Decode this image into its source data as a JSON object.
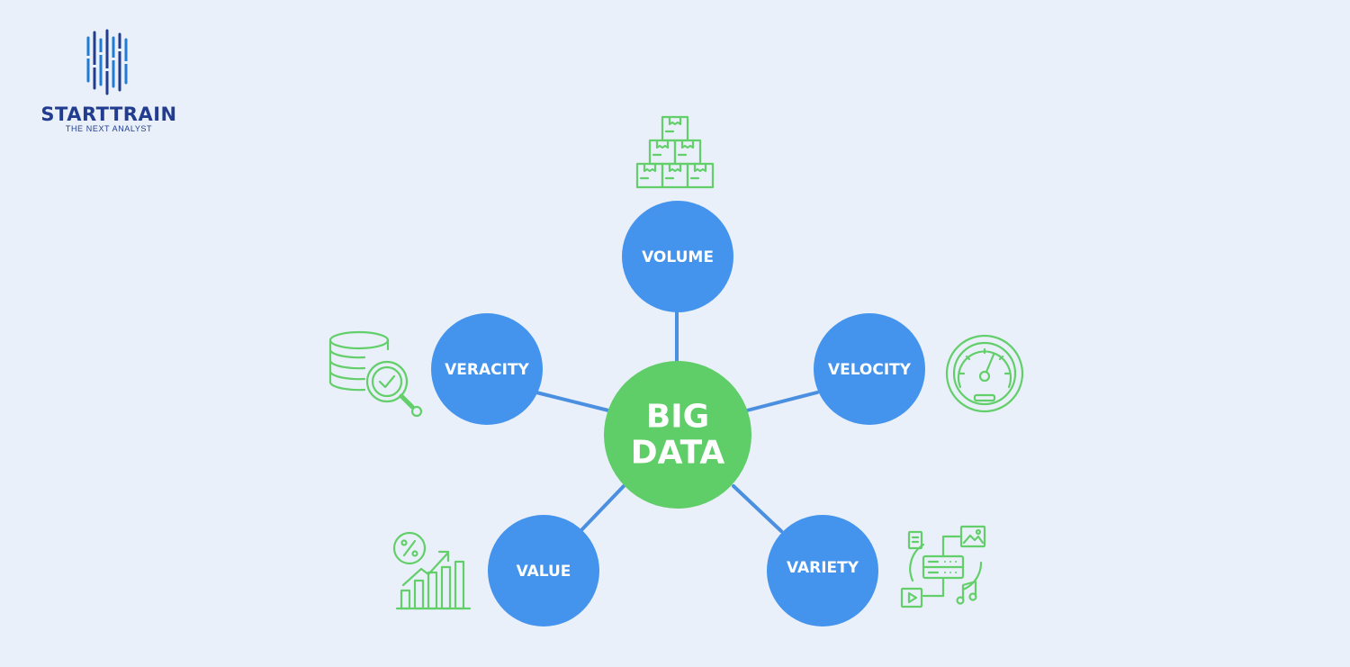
{
  "brand": {
    "name": "STARTTRAIN",
    "tagline": "THE NEXT ANALYST"
  },
  "diagram": {
    "center": "BIG\nDATA",
    "center_lines": [
      "BIG",
      "DATA"
    ],
    "nodes": [
      {
        "id": "volume",
        "label": "VOLUME",
        "icon": "boxes-stack-icon"
      },
      {
        "id": "velocity",
        "label": "VELOCITY",
        "icon": "speedometer-icon"
      },
      {
        "id": "variety",
        "label": "VARIETY",
        "icon": "media-types-icon"
      },
      {
        "id": "value",
        "label": "VALUE",
        "icon": "growth-chart-icon"
      },
      {
        "id": "veracity",
        "label": "VERACITY",
        "icon": "database-check-icon"
      }
    ]
  },
  "colors": {
    "background": "#eaf0f9",
    "node_blue": "#4494ee",
    "center_green": "#5fcd68",
    "icon_green": "#62cf6a",
    "connector": "#4a8fe0",
    "brand_navy": "#223d8f",
    "brand_blue": "#1f7bd4"
  }
}
